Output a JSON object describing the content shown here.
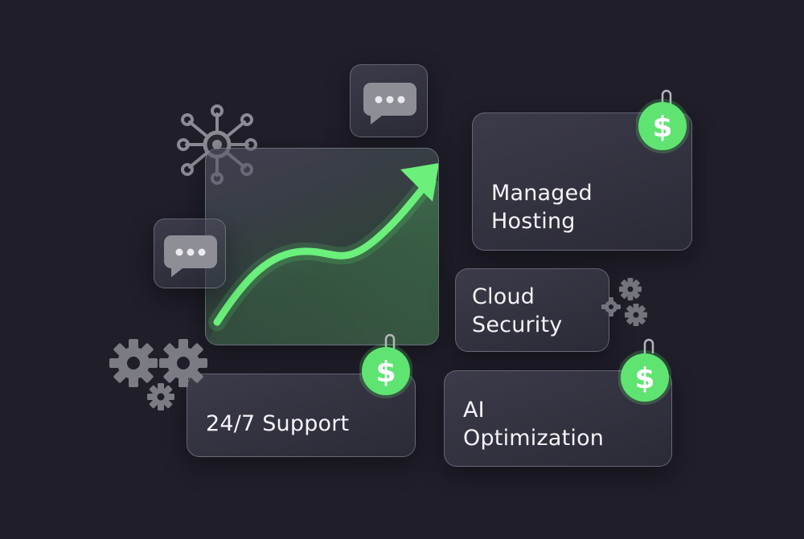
{
  "services": {
    "managed_hosting": "Managed\nHosting",
    "cloud_security": "Cloud\nSecurity",
    "support": "24/7 Support",
    "ai_optimization": "AI\nOptimization"
  },
  "price_tag_symbol": "$",
  "icons": {
    "network": "network-hub-icon",
    "chat": "chat-bubble-icon",
    "gears": "gears-icon",
    "price": "dollar-tag-icon",
    "trend": "trend-up-arrow-icon"
  },
  "colors": {
    "background": "#1f1e29",
    "accent_green": "#5ee36f",
    "card_border": "#a5a5b9",
    "text": "#f4f4f6",
    "icon_gray": "#8b8b94"
  }
}
